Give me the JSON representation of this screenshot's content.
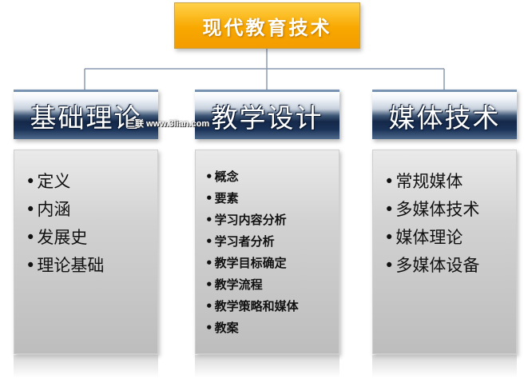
{
  "root": {
    "title": "现代教育技术"
  },
  "branches": [
    {
      "title": "基础理论",
      "items": [
        "定义",
        "内涵",
        "发展史",
        "理论基础"
      ]
    },
    {
      "title": "教学设计",
      "items": [
        "概念",
        "要素",
        "学习内容分析",
        "学习者分析",
        "教学目标确定",
        "教学流程",
        "教学策略和媒体",
        "教案"
      ]
    },
    {
      "title": "媒体技术",
      "items": [
        "常规媒体",
        "多媒体技术",
        "媒体理论",
        "多媒体设备"
      ]
    }
  ],
  "bullet": "•",
  "watermark": "三联 www.3lian.com",
  "colors": {
    "root_fill": "#f8a800",
    "header_dark": "#14284a",
    "panel_fill": "#d2d2d2",
    "connector": "#8a9ab0"
  }
}
